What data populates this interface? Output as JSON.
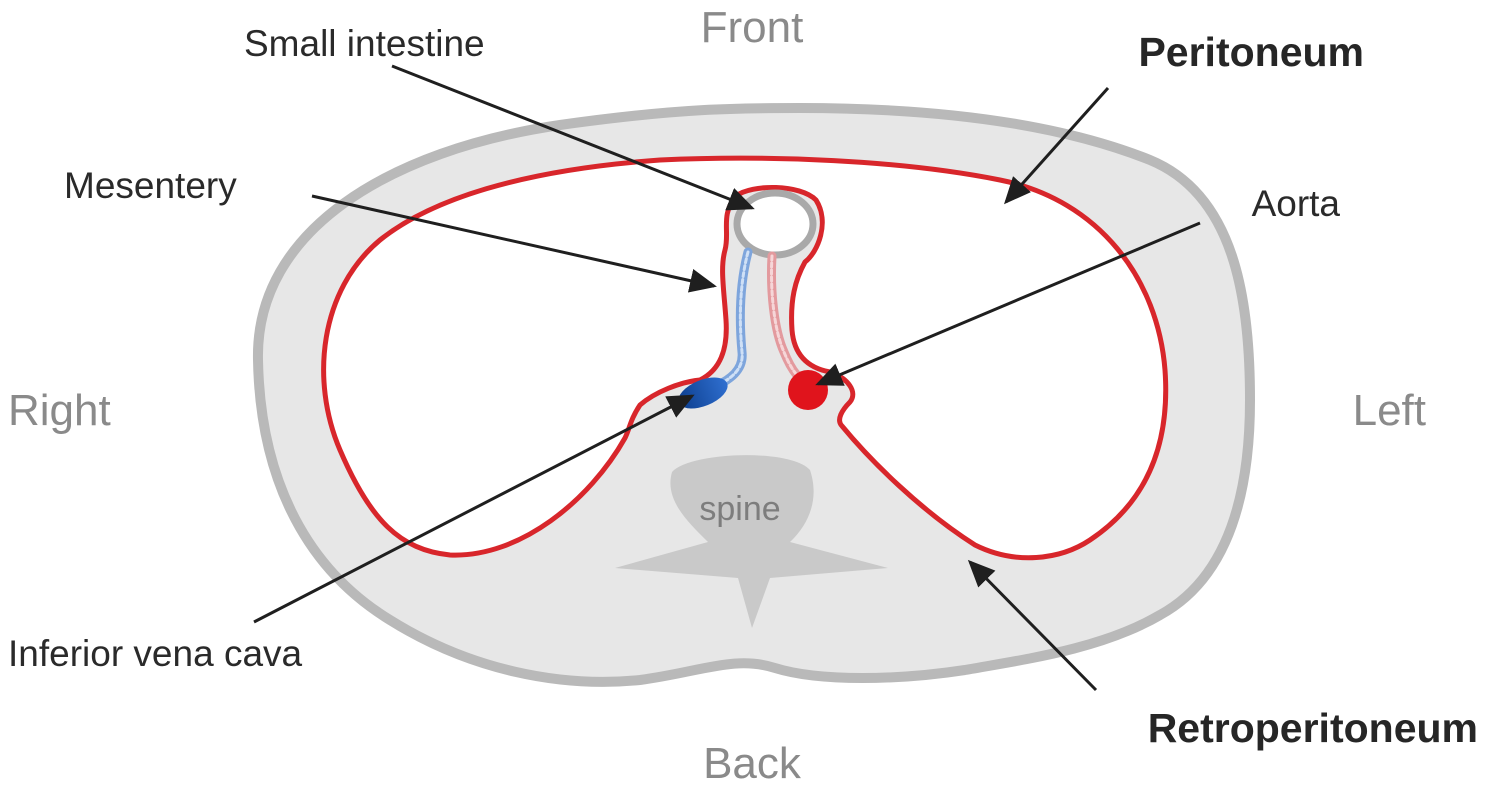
{
  "orientation": {
    "front": "Front",
    "back": "Back",
    "right": "Right",
    "left": "Left"
  },
  "structures": {
    "small_intestine": "Small intestine",
    "mesentery": "Mesentery",
    "aorta": "Aorta",
    "inferior_vena_cava": "Inferior vena cava",
    "spine": "spine"
  },
  "regions": {
    "peritoneum": "Peritoneum",
    "retroperitoneum": "Retroperitoneum"
  },
  "colors": {
    "body_outline": "#b9b9b9",
    "body_fill": "#e7e7e7",
    "peritoneum_line": "#d8262b",
    "spine_fill": "#c9c9c9",
    "aorta_fill": "#e0141c",
    "vena_cava_fill": "#1a57b5",
    "arrow": "#1f1f1f"
  }
}
